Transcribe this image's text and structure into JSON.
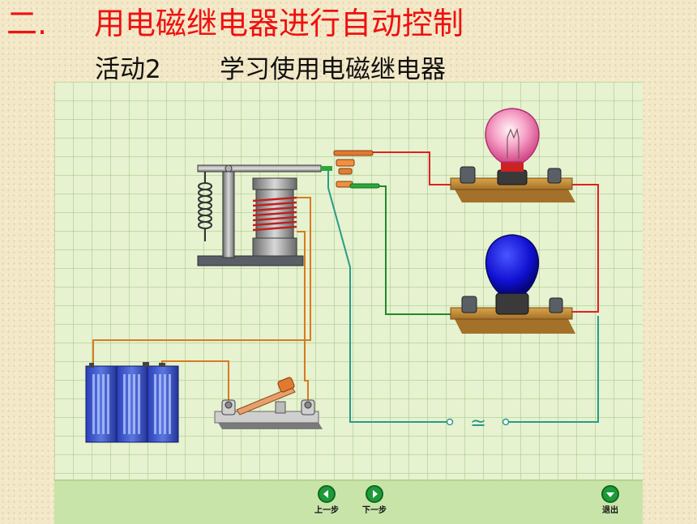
{
  "title": {
    "number": "二.",
    "text": "用电磁继电器进行自动控制"
  },
  "subtitle": {
    "label": "活动2",
    "text": "学习使用电磁继电器"
  },
  "nav": {
    "prev": "上一步",
    "next": "下一步",
    "exit": "退出"
  },
  "ac_source_symbol": "≃",
  "colors": {
    "title": "#ee1111",
    "panel": "#e6f2d0",
    "red_wire": "#e02020",
    "green_wire": "#1f8a2a",
    "teal_wire": "#2a9a8a",
    "orange_wire": "#d87a20",
    "nav_button": "#1d9a3a"
  },
  "components": {
    "relay": "electromagnetic-relay",
    "top_bulb": "pink-lit-bulb",
    "bottom_bulb": "blue-bulb",
    "battery": "battery-pack",
    "switch": "knife-switch",
    "ac_source": "ac-power-source"
  }
}
